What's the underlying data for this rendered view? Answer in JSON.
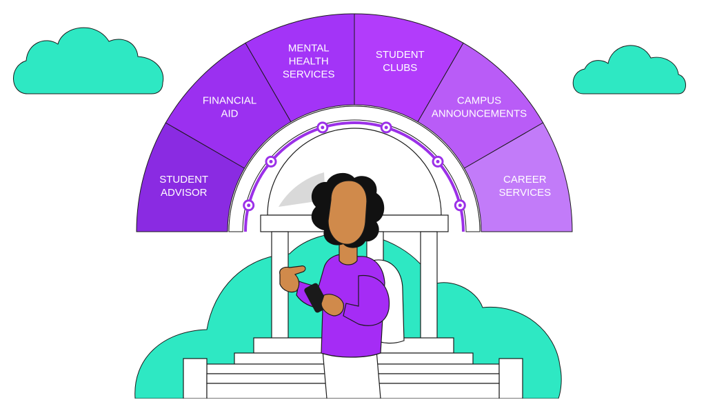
{
  "colors": {
    "cloud": "#2ee8c3",
    "outline": "#1a1a1a",
    "segment_1": "#8a2be2",
    "segment_2": "#9b30f0",
    "segment_3": "#a334f7",
    "segment_4": "#b23cfb",
    "segment_5": "#b95cf7",
    "segment_6": "#c27bf9",
    "inner_arc": "#9b30e8",
    "building": "#ffffff",
    "dome_shade": "#d9d9d9",
    "skin": "#d08a4b",
    "hair": "#111111",
    "hoodie": "#a52cf5",
    "pants": "#ffffff",
    "phone": "#1a1a1a"
  },
  "segments": [
    {
      "lines": [
        "STUDENT",
        "ADVISOR"
      ]
    },
    {
      "lines": [
        "FINANCIAL",
        "AID"
      ]
    },
    {
      "lines": [
        "MENTAL",
        "HEALTH",
        "SERVICES"
      ]
    },
    {
      "lines": [
        "STUDENT",
        "CLUBS"
      ]
    },
    {
      "lines": [
        "CAMPUS",
        "ANNOUNCEMENTS"
      ]
    },
    {
      "lines": [
        "CAREER",
        "SERVICES"
      ]
    }
  ],
  "icons": {
    "cloud_left": "cloud-icon",
    "cloud_right": "cloud-icon",
    "building": "campus-building-icon",
    "student": "student-with-phone-icon"
  }
}
